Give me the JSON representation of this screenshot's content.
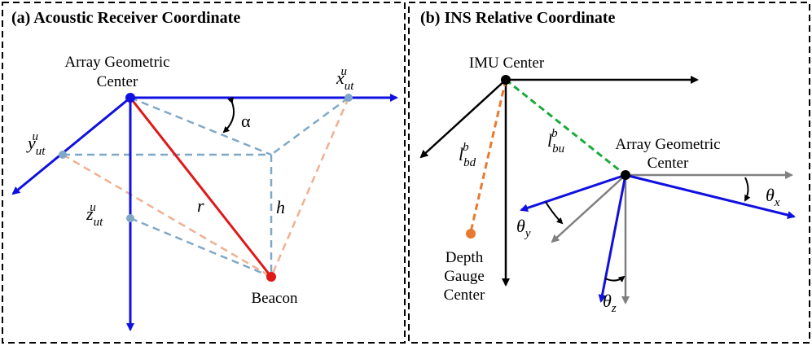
{
  "panel_a": {
    "title": "(a) Acoustic Receiver Coordinate",
    "origin_label_line1": "Array Geometric",
    "origin_label_line2": "Center",
    "x_axis": {
      "base": "x",
      "sub": "ut",
      "sup": "u"
    },
    "y_axis": {
      "base": "y",
      "sub": "ut",
      "sup": "u"
    },
    "z_axis": {
      "base": "z",
      "sub": "ut",
      "sup": "u"
    },
    "angle_label": "α",
    "range_label": "r",
    "height_label": "h",
    "beacon_label": "Beacon"
  },
  "panel_b": {
    "title": "(b) INS Relative Coordinate",
    "imu_label": "IMU Center",
    "array_label_line1": "Array Geometric",
    "array_label_line2": "Center",
    "depth_label_line1": "Depth",
    "depth_label_line2": "Gauge",
    "depth_label_line3": "Center",
    "lever_bu": {
      "base": "l",
      "sub": "bu",
      "sup": "b"
    },
    "lever_bd": {
      "base": "l",
      "sub": "bd",
      "sup": "b"
    },
    "theta_x": {
      "base": "θ",
      "sub": "x"
    },
    "theta_y": {
      "base": "θ",
      "sub": "y"
    },
    "theta_z": {
      "base": "θ",
      "sub": "z"
    }
  },
  "colors": {
    "axis_blue": "#1010e0",
    "range_red": "#e01818",
    "dashed_blue": "#7fa8c8",
    "dashed_salmon": "#f0b090",
    "lever_green": "#1aaa3a",
    "lever_orange": "#e87a30",
    "gray_axis": "#808080",
    "black": "#000000"
  }
}
